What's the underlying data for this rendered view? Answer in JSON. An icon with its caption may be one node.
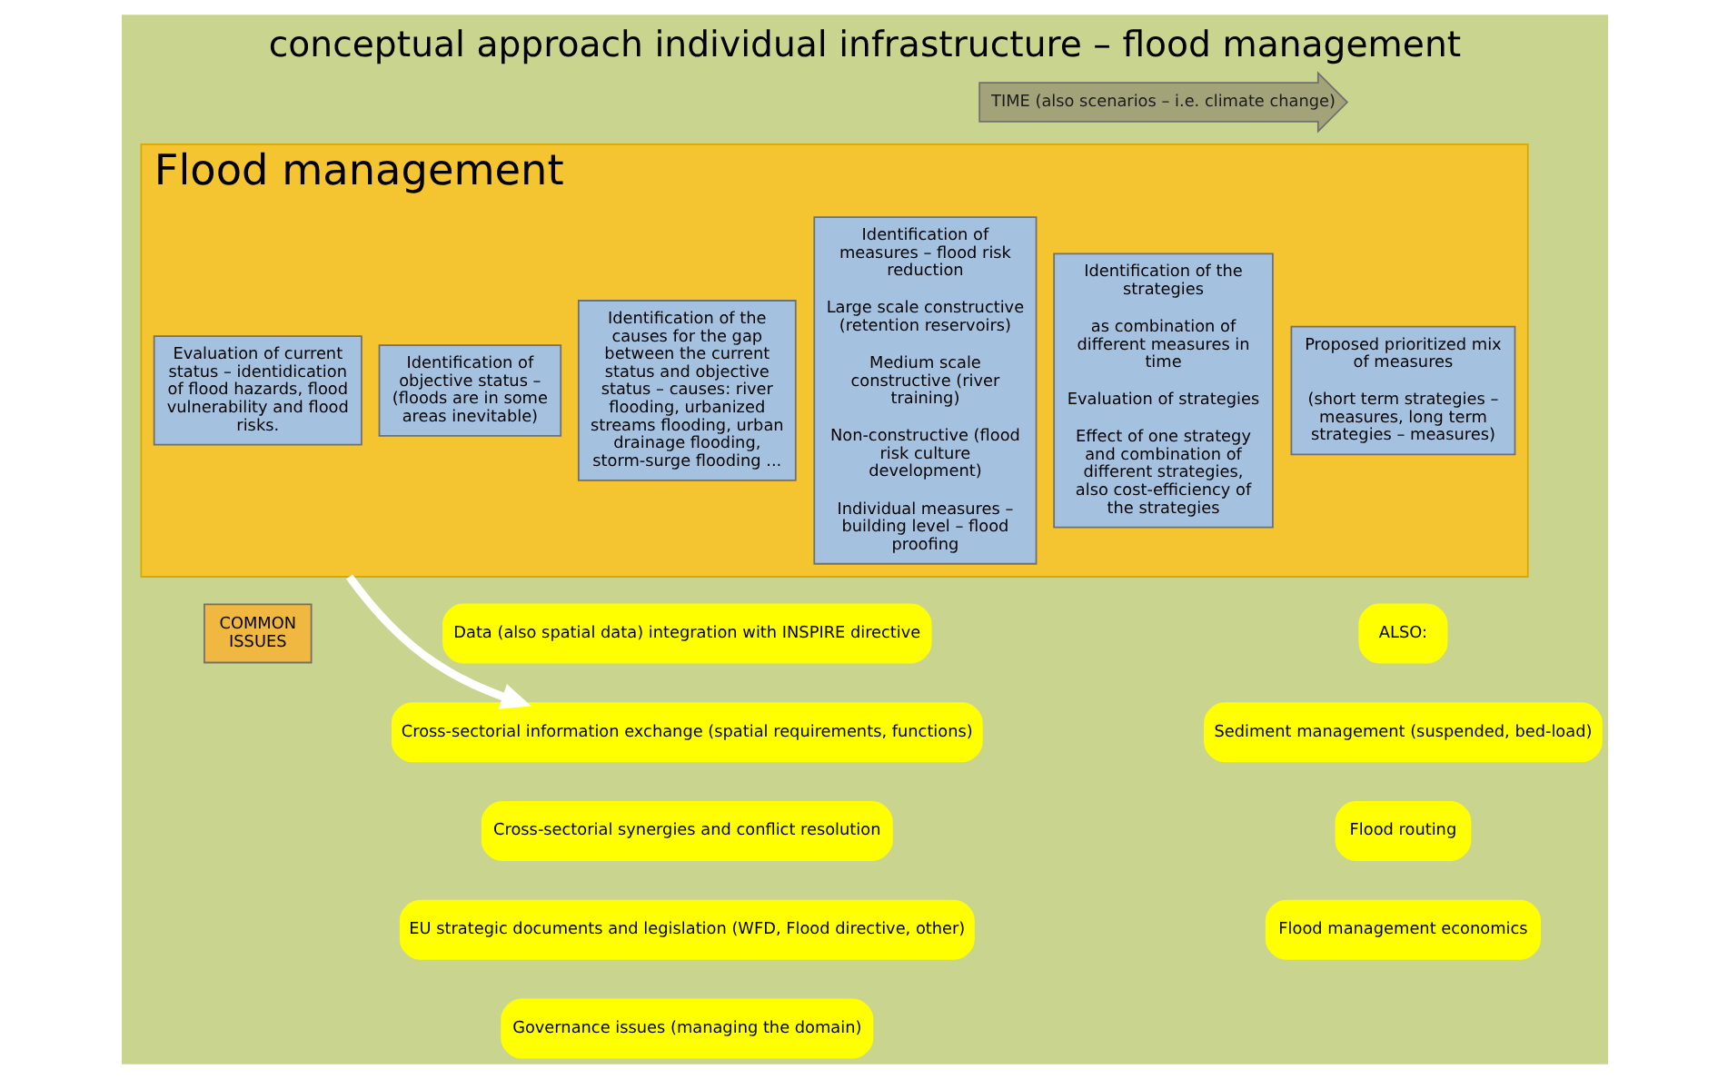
{
  "diagram": {
    "title": "conceptual approach individual infrastructure – flood management",
    "nodes": [
      {
        "text": [
          "TIME (also scenarios – i.e. climate change)"
        ]
      },
      {
        "text": [
          "Flood management"
        ]
      },
      {
        "text": [
          "Evaluation of current status – identidication of flood hazards, flood vulnerability and flood risks."
        ],
        "in": 1
      },
      {
        "text": [
          "Identification of objective status – (floods are in some areas inevitable)"
        ],
        "in": 1
      },
      {
        "text": [
          "Identification of the causes for the gap between the current status and objective status – causes: river flooding, urbanized streams flooding, urban drainage flooding, storm-surge flooding ..."
        ],
        "in": 1
      },
      {
        "text": [
          "Identification of measures – flood risk reduction",
          "Large scale constructive (retention reservoirs)",
          "Medium scale constructive (river training)",
          "Non-constructive (flood risk culture development)",
          "Individual measures – building level – flood proofing"
        ],
        "in": 1
      },
      {
        "text": [
          "Identification of the strategies",
          "as combination of different measures in time",
          "Evaluation of strategies",
          "Effect of one strategy and combination of different strategies, also cost-efficiency of the strategies"
        ],
        "in": 1
      },
      {
        "text": [
          "Proposed prioritized mix of measures",
          "(short term strategies – measures, long term strategies – measures)"
        ],
        "in": 1
      },
      {
        "text": [
          "COMMON ISSUES"
        ]
      },
      {
        "text": [
          "Data (also spatial data) integration with INSPIRE directive"
        ]
      },
      {
        "text": [
          "Cross-sectorial information exchange (spatial requirements, functions)"
        ]
      },
      {
        "text": [
          "Cross-sectorial synergies and conflict resolution"
        ]
      },
      {
        "text": [
          "EU strategic documents and legislation (WFD, Flood directive, other)"
        ]
      },
      {
        "text": [
          "Governance issues (managing the domain)"
        ]
      },
      {
        "text": [
          "ALSO:"
        ]
      },
      {
        "text": [
          "Sediment management (suspended, bed-load)"
        ]
      },
      {
        "text": [
          "Flood routing"
        ]
      },
      {
        "text": [
          "Flood management economics"
        ]
      }
    ],
    "edges": [
      {
        "from": 1,
        "to": 10,
        "arrow": "to",
        "color": "#ffffff"
      }
    ]
  }
}
